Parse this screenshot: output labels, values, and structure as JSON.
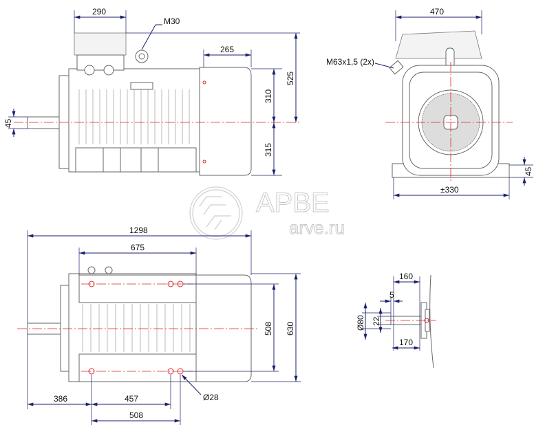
{
  "side_view": {
    "dim_terminal_box": "290",
    "eyebolt": "M30",
    "dim_fan_cowl": "265",
    "dim_total_height": "525",
    "dim_top_height": "310",
    "dim_shaft_height": "315",
    "dim_shaft_key": "45"
  },
  "front_view": {
    "dim_width": "470",
    "cable_gland": "M63x1,5 (2x)",
    "dim_feet": "±330",
    "dim_foot_height": "45"
  },
  "plan_view": {
    "dim_total_length": "1298",
    "dim_body": "675",
    "dim_hole_spacing_v": "508",
    "dim_total_width": "630",
    "dim_shaft_to_hole": "386",
    "dim_hole_spacing_h1": "457",
    "dim_hole_spacing_h2": "508",
    "hole_diameter": "Ø28"
  },
  "shaft_detail": {
    "dim_key_length": "160",
    "dim_key_offset": "5",
    "dim_shaft_diameter": "Ø80",
    "dim_key_width": "22",
    "dim_shaft_length": "170"
  },
  "watermark": {
    "brand": "АРВЕ",
    "site": "arve.ru"
  }
}
